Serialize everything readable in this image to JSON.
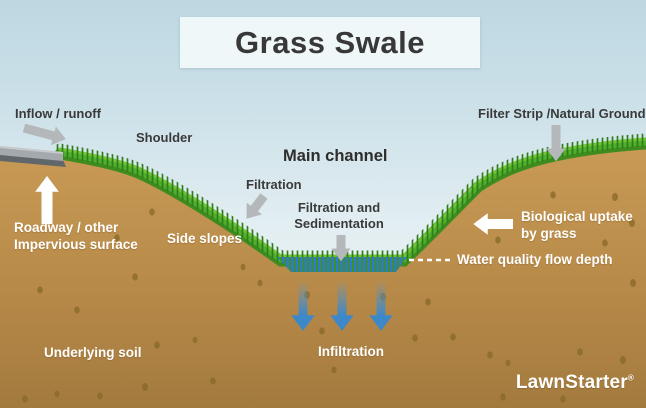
{
  "title": {
    "text": "Grass Swale"
  },
  "labels": {
    "inflow": "Inflow / runoff",
    "shoulder": "Shoulder",
    "main_channel": "Main channel",
    "filtration": "Filtration",
    "filtration_sedimentation": "Filtration and\nSedimentation",
    "side_slopes": "Side slopes",
    "roadway": "Roadway / other\nImpervious surface",
    "filter_strip": "Filter Strip /Natural Ground",
    "biological_uptake": "Biological uptake\nby grass",
    "water_quality": "Water quality flow depth",
    "underlying_soil": "Underlying soil",
    "infiltration": "Infiltration"
  },
  "brand": {
    "name": "LawnStarter",
    "mark": "®"
  },
  "icons": {
    "inflow_arrow": "gray-arrow-right",
    "filtration_arrow": "gray-arrow-down-left",
    "filtration_sedimentation_arrow": "gray-arrow-down",
    "filter_strip_arrow": "gray-arrow-down",
    "roadway_arrow": "white-arrow-up",
    "biological_uptake_arrow": "white-arrow-left",
    "infiltration_arrows": "blue-arrows-down-x3",
    "water_quality_line": "white-dashed-line"
  },
  "colors": {
    "sky_top": "#bdd8e2",
    "sky_bottom": "#e9f1f4",
    "title_bg": "#f0f7f9",
    "title_text": "#383838",
    "soil_top": "#c99b56",
    "soil_bottom": "#a37a3e",
    "soil_speckle": "#8a6b28",
    "grass": "#4aa427",
    "grass_dark": "#2f7d1a",
    "grass_light": "#72c437",
    "road_gray": "#a3a9ac",
    "road_edge": "#5f676b",
    "water_blue": "#2d7ccb",
    "arrow_gray": "#b4b8ba",
    "arrow_blue": "#3c88c9",
    "label_dark": "#3a3a3a",
    "label_light": "#ffffff"
  }
}
